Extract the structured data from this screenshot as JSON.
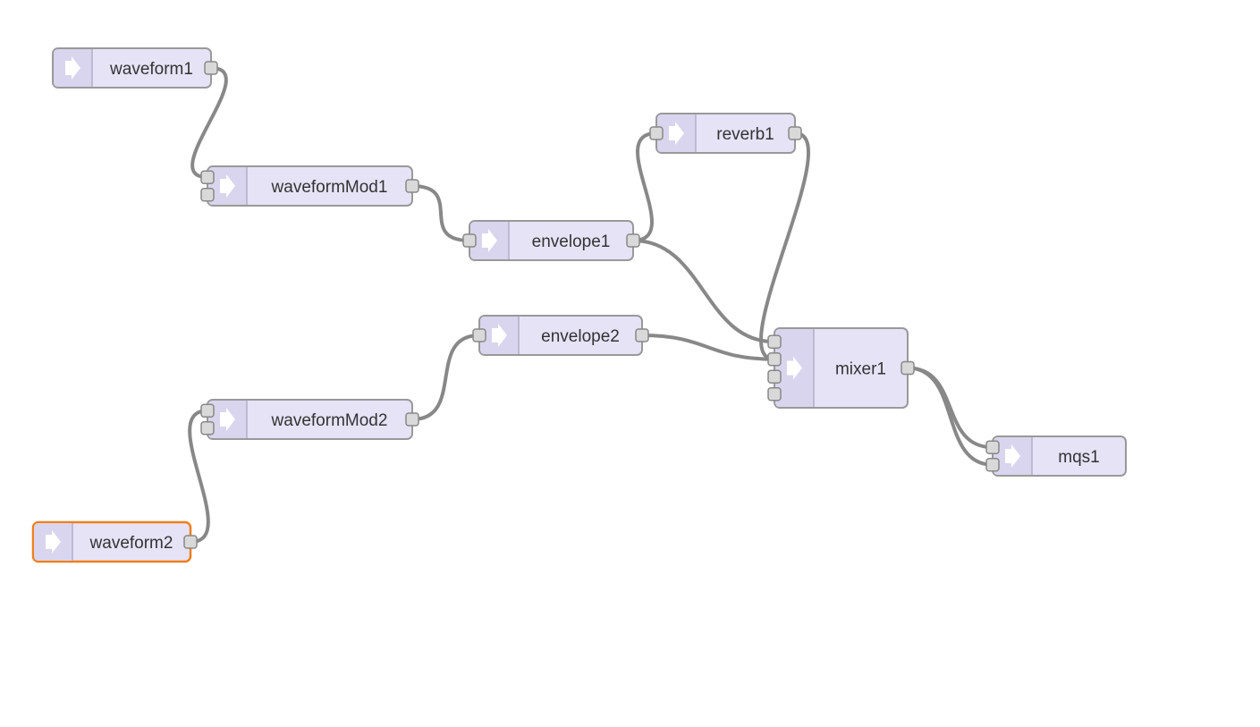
{
  "colors": {
    "node_fill": "#e6e3f7",
    "node_border": "#999999",
    "selected_border": "#f07f1a",
    "wire": "#888888",
    "port_fill": "#d9d9d9"
  },
  "selected_node": "waveform2",
  "nodes": [
    {
      "id": "waveform1",
      "label": "waveform1",
      "inputs": 0,
      "outputs": 1,
      "icon": "arrow-right-icon"
    },
    {
      "id": "waveformMod1",
      "label": "waveformMod1",
      "inputs": 2,
      "outputs": 1,
      "icon": "arrow-right-icon"
    },
    {
      "id": "envelope1",
      "label": "envelope1",
      "inputs": 1,
      "outputs": 1,
      "icon": "arrow-right-icon"
    },
    {
      "id": "reverb1",
      "label": "reverb1",
      "inputs": 1,
      "outputs": 1,
      "icon": "arrow-right-icon"
    },
    {
      "id": "envelope2",
      "label": "envelope2",
      "inputs": 1,
      "outputs": 1,
      "icon": "arrow-right-icon"
    },
    {
      "id": "waveformMod2",
      "label": "waveformMod2",
      "inputs": 2,
      "outputs": 1,
      "icon": "arrow-right-icon"
    },
    {
      "id": "waveform2",
      "label": "waveform2",
      "inputs": 0,
      "outputs": 1,
      "icon": "arrow-right-icon"
    },
    {
      "id": "mixer1",
      "label": "mixer1",
      "inputs": 4,
      "outputs": 1,
      "icon": "arrow-right-icon"
    },
    {
      "id": "mqs1",
      "label": "mqs1",
      "inputs": 2,
      "outputs": 0,
      "icon": "arrow-right-icon"
    }
  ],
  "connections": [
    {
      "from": "waveform1",
      "from_port": 0,
      "to": "waveformMod1",
      "to_port": 0
    },
    {
      "from": "waveformMod1",
      "from_port": 0,
      "to": "envelope1",
      "to_port": 0
    },
    {
      "from": "envelope1",
      "from_port": 0,
      "to": "reverb1",
      "to_port": 0
    },
    {
      "from": "envelope1",
      "from_port": 0,
      "to": "mixer1",
      "to_port": 0
    },
    {
      "from": "reverb1",
      "from_port": 0,
      "to": "mixer1",
      "to_port": 1
    },
    {
      "from": "envelope2",
      "from_port": 0,
      "to": "mixer1",
      "to_port": 1
    },
    {
      "from": "waveform2",
      "from_port": 0,
      "to": "waveformMod2",
      "to_port": 0
    },
    {
      "from": "waveformMod2",
      "from_port": 0,
      "to": "envelope2",
      "to_port": 0
    },
    {
      "from": "mixer1",
      "from_port": 0,
      "to": "mqs1",
      "to_port": 0
    },
    {
      "from": "mixer1",
      "from_port": 0,
      "to": "mqs1",
      "to_port": 1
    }
  ]
}
